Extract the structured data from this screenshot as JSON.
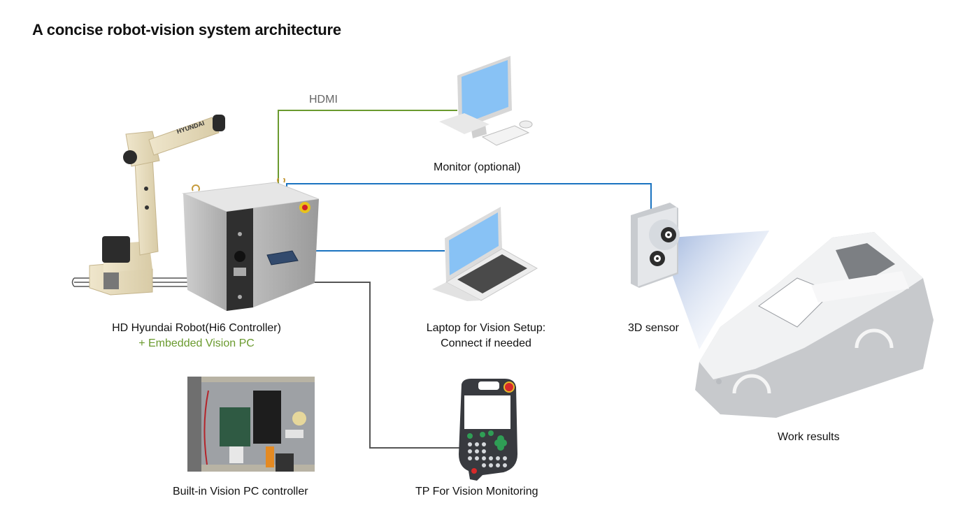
{
  "title": "A concise robot-vision system architecture",
  "connections": {
    "hdmi": {
      "label": "HDMI",
      "color": "#6a9a2e"
    },
    "ethernet": {
      "color": "#1a73c0"
    },
    "tp_cable": {
      "color": "#555555"
    }
  },
  "nodes": {
    "robot": {
      "label_line1": "HD Hyundai Robot(Hi6 Controller)",
      "label_line2": "+ Embedded Vision PC",
      "brand": "HYUNDAI",
      "accent": "#6a9a2e"
    },
    "monitor": {
      "label": "Monitor (optional)"
    },
    "laptop": {
      "label_line1": "Laptop for Vision Setup:",
      "label_line2": "Connect if needed"
    },
    "sensor": {
      "label": "3D sensor"
    },
    "car": {
      "label": "Work results"
    },
    "vision_pc": {
      "label": "Built-in Vision PC controller"
    },
    "tp": {
      "label": "TP For Vision Monitoring"
    }
  }
}
